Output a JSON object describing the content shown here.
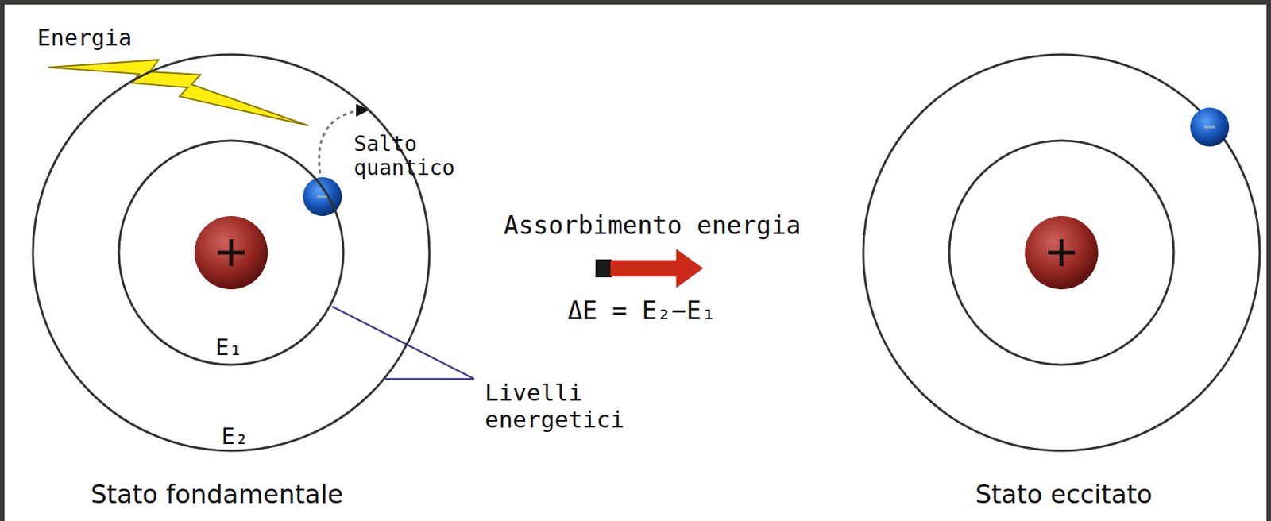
{
  "diagram": {
    "nodes": [
      {
        "text": [
          "E₂"
        ]
      },
      {
        "text": [
          "E₁"
        ],
        "in": 0
      }
    ],
    "labels": [
      "Energia",
      "Salto quantico",
      "Assorbimento energia",
      "ΔE = E₂−E₁",
      "Livelli energetici",
      "Stato fondamentale",
      "Stato eccitato"
    ]
  }
}
